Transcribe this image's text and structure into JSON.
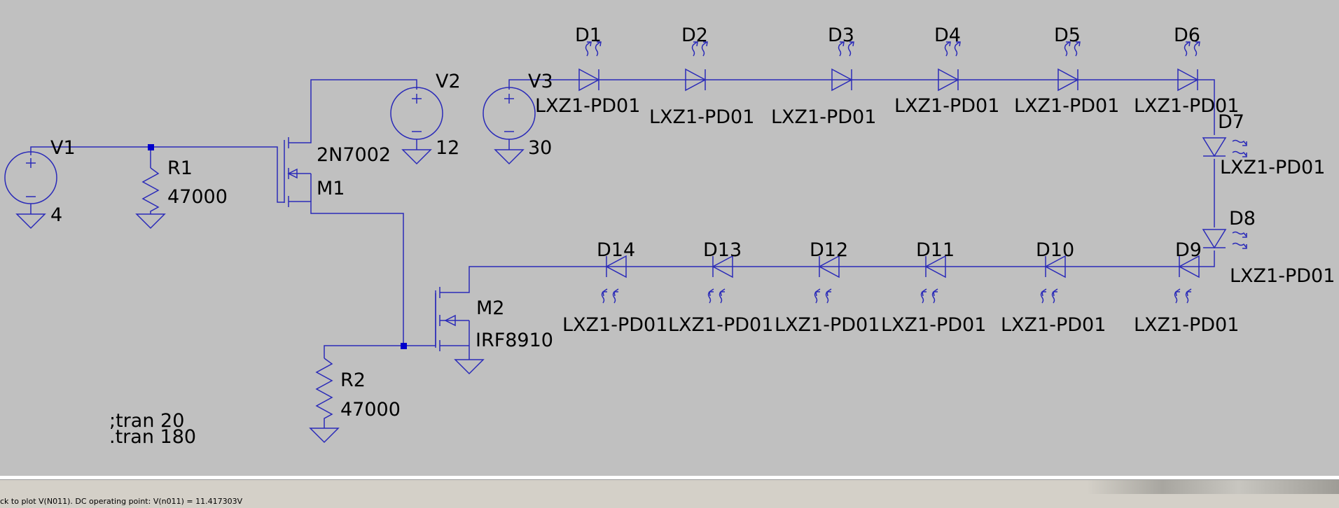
{
  "schematic": {
    "sources": [
      {
        "id": "v1",
        "name": "V1",
        "value": "4"
      },
      {
        "id": "v2",
        "name": "V2",
        "value": "12"
      },
      {
        "id": "v3",
        "name": "V3",
        "value": "30"
      }
    ],
    "resistors": [
      {
        "id": "r1",
        "name": "R1",
        "value": "47000"
      },
      {
        "id": "r2",
        "name": "R2",
        "value": "47000"
      }
    ],
    "transistors": [
      {
        "id": "m1",
        "name": "M1",
        "model": "2N7002"
      },
      {
        "id": "m2",
        "name": "M2",
        "model": "IRF8910"
      }
    ],
    "diodes": [
      {
        "name": "D1",
        "model": "LXZ1-PD01"
      },
      {
        "name": "D2",
        "model": "LXZ1-PD01"
      },
      {
        "name": "D3",
        "model": "LXZ1-PD01"
      },
      {
        "name": "D4",
        "model": "LXZ1-PD01"
      },
      {
        "name": "D5",
        "model": "LXZ1-PD01"
      },
      {
        "name": "D6",
        "model": "LXZ1-PD01"
      },
      {
        "name": "D7",
        "model": "LXZ1-PD01"
      },
      {
        "name": "D8",
        "model": "LXZ1-PD01"
      },
      {
        "name": "D9",
        "model": "LXZ1-PD01"
      },
      {
        "name": "D10",
        "model": "LXZ1-PD01"
      },
      {
        "name": "D11",
        "model": "LXZ1-PD01"
      },
      {
        "name": "D12",
        "model": "LXZ1-PD01"
      },
      {
        "name": "D13",
        "model": "LXZ1-PD01"
      },
      {
        "name": "D14",
        "model": "LXZ1-PD01"
      }
    ],
    "directives": [
      ";tran 20",
      ".tran 180"
    ],
    "wire_color": "#2a2ab8",
    "junction_color": "#0000cc",
    "background_color": "#c0c0c0"
  },
  "status": {
    "text": "ck to plot V(N011).  DC operating point: V(n011) = 11.417303V"
  }
}
